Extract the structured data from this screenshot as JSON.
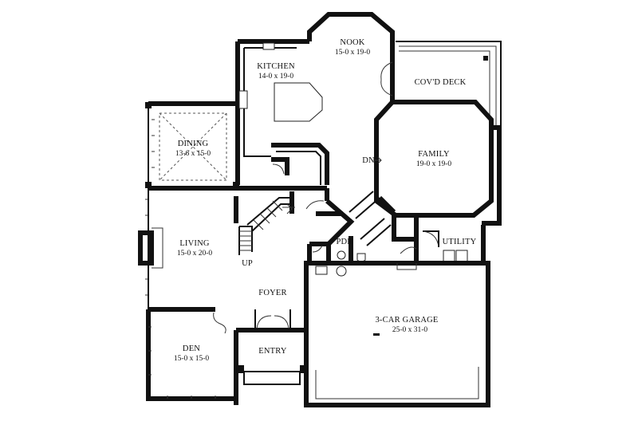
{
  "rooms": {
    "nook": {
      "name": "NOOK",
      "dims": "15-0 x 19-0"
    },
    "kitchen": {
      "name": "KITCHEN",
      "dims": "14-0 x 19-0"
    },
    "covdeck": {
      "name": "COV'D DECK"
    },
    "dining": {
      "name": "DINING",
      "dims": "13-6 x 15-0"
    },
    "family": {
      "name": "FAMILY",
      "dims": "19-0 x 19-0"
    },
    "living": {
      "name": "LIVING",
      "dims": "15-0 x 20-0"
    },
    "pdr": {
      "name": "PDR"
    },
    "utility": {
      "name": "UTILITY"
    },
    "foyer": {
      "name": "FOYER"
    },
    "garage": {
      "name": "3-CAR GARAGE",
      "dims": "25-0 x 31-0"
    },
    "den": {
      "name": "DEN",
      "dims": "15-0 x 15-0"
    },
    "entry": {
      "name": "ENTRY"
    }
  },
  "markers": {
    "down": "DN",
    "up": "UP"
  }
}
